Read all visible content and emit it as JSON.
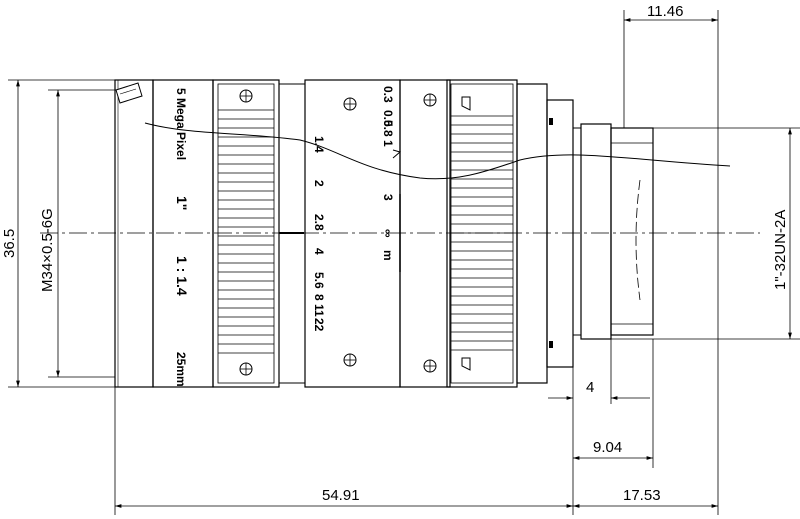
{
  "dimensions": {
    "top_width": "11.46",
    "overall_diameter": "36.5",
    "filter_thread": "M34×0.5-6G",
    "mount_thread": "1\"-32UN-2A",
    "flange_gap": "4",
    "flange_back": "9.04",
    "body_length": "54.91",
    "back_length": "17.53"
  },
  "lens_markings": {
    "resolution": "5 Mega Pixel",
    "format": "1\"",
    "aperture": "1 : 1.4",
    "focal_length": "25mm",
    "f_stops": [
      "1.4",
      "2",
      "2.8",
      "4",
      "5.6",
      "8",
      "11",
      "22"
    ],
    "distances": [
      "0.3",
      "0.5",
      "0.8",
      "1",
      "3",
      "∞"
    ],
    "focus_unit": "m"
  },
  "colors": {
    "line": "#000000",
    "background": "#ffffff"
  }
}
